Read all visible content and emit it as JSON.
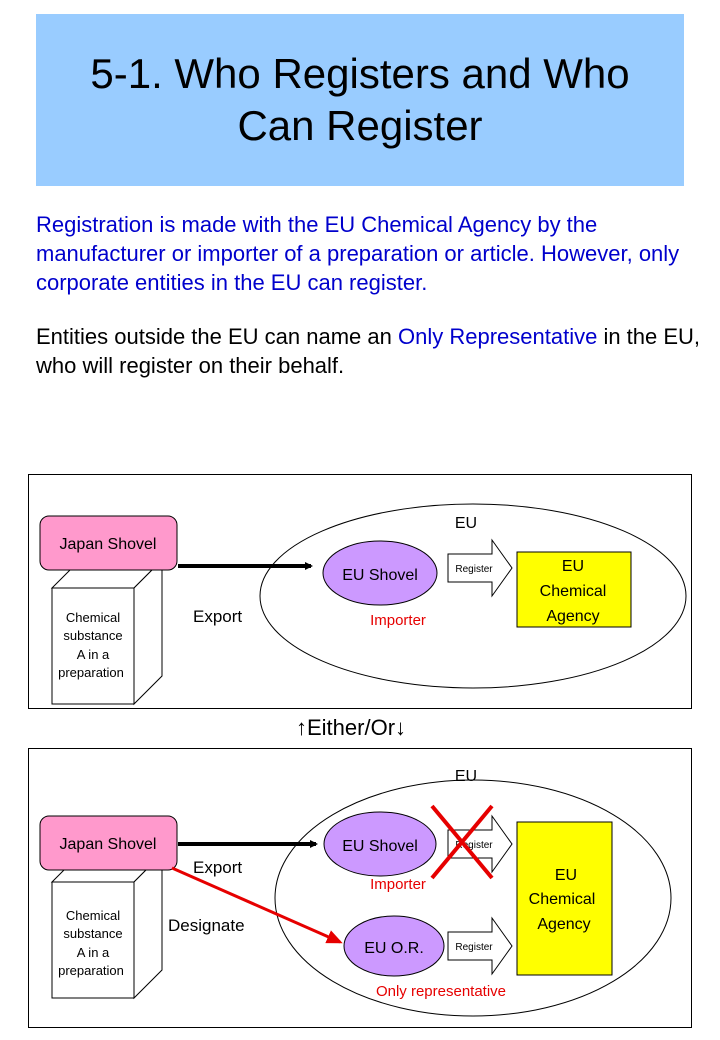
{
  "title": "5-1. Who Registers and Who Can Register",
  "paragraph1": "Registration is made with the EU Chemical Agency by the manufacturer or importer of a preparation or article. However, only corporate entities in the EU can register.",
  "paragraph2": {
    "part1": "Entities outside the EU can name an ",
    "highlight": "Only Representative",
    "part2": " in the EU, who will register on their behalf."
  },
  "either_or": "↑Either/Or↓",
  "diagram1": {
    "eu_label": "EU",
    "japan_shovel": "Japan Shovel",
    "chemical_box": [
      "Chemical",
      "substance",
      "A  in a",
      "preparation"
    ],
    "export": "Export",
    "eu_shovel": "EU Shovel",
    "importer": "Importer",
    "register": "Register",
    "agency": [
      "EU",
      "Chemical",
      "Agency"
    ]
  },
  "diagram2": {
    "eu_label": "EU",
    "japan_shovel": "Japan Shovel",
    "chemical_box": [
      "Chemical",
      "substance",
      "A  in a",
      "preparation"
    ],
    "export": "Export",
    "designate": "Designate",
    "eu_shovel": "EU Shovel",
    "importer": "Importer",
    "register_crossed": "Register",
    "eu_or": "EU O.R.",
    "only_representative": "Only representative",
    "register": "Register",
    "agency": [
      "EU",
      "Chemical",
      "Agency"
    ]
  },
  "colors": {
    "title_bg": "#99ccff",
    "blue_text": "#0000cc",
    "pink": "#ff99cc",
    "lavender": "#cc99ff",
    "agency_yellow": "#ffff00",
    "red": "#e60000"
  }
}
